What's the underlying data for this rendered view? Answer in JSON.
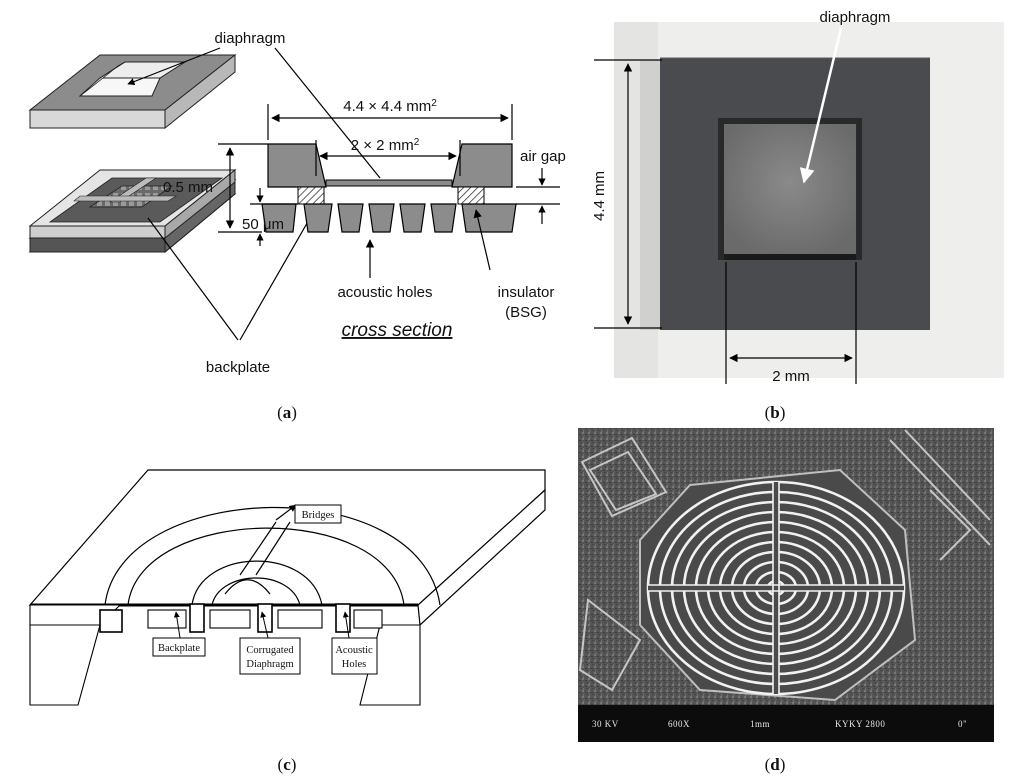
{
  "panel_a": {
    "label_diaphragm": "diaphragm",
    "dim_outer": "4.4 × 4.4 mm",
    "dim_outer_sup": "2",
    "dim_inner": "2 × 2 mm",
    "dim_inner_sup": "2",
    "label_air_gap": "air gap",
    "label_thickness": "0.5 mm",
    "label_gap_um": "50 μm",
    "label_acoustic_holes": "acoustic holes",
    "label_insulator": "insulator",
    "label_insulator_type": "(BSG)",
    "label_cross_section": "cross section",
    "label_backplate": "backplate",
    "caption": "a"
  },
  "panel_b": {
    "label_diaphragm": "diaphragm",
    "label_height": "4.4 mm",
    "label_width": "2 mm",
    "caption": "b"
  },
  "panel_c": {
    "label_bridges": "Bridges",
    "label_backplate": "Backplate",
    "label_corrugated_1": "Corrugated",
    "label_corrugated_2": "Diaphragm",
    "label_acoustic_1": "Acoustic",
    "label_acoustic_2": "Holes",
    "caption": "c"
  },
  "panel_d": {
    "sem_voltage": "30 KV",
    "sem_mag": "600X",
    "sem_scale": "1mm",
    "sem_id": "KYKY 2800",
    "sem_end": "0\"",
    "caption": "d"
  }
}
